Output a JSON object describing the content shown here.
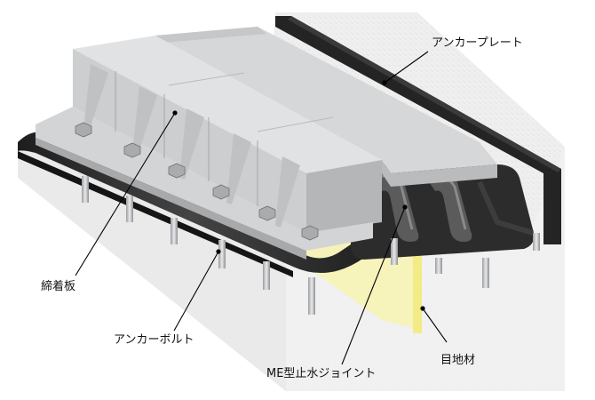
{
  "labels": {
    "anchor_plate": "アンカープレート",
    "clamp_plate": "締着板",
    "anchor_bolt": "アンカーボルト",
    "water_joint": "ME型止水ジョイント",
    "joint_filler": "目地材"
  },
  "colors": {
    "concrete": "#eeeeee",
    "concrete_dark": "#dedede",
    "steel": "#d9dadb",
    "steel_shadow": "#b8babc",
    "rubber": "#2a2a2a",
    "filler": "#f7f3a8",
    "leader": "#000000"
  }
}
